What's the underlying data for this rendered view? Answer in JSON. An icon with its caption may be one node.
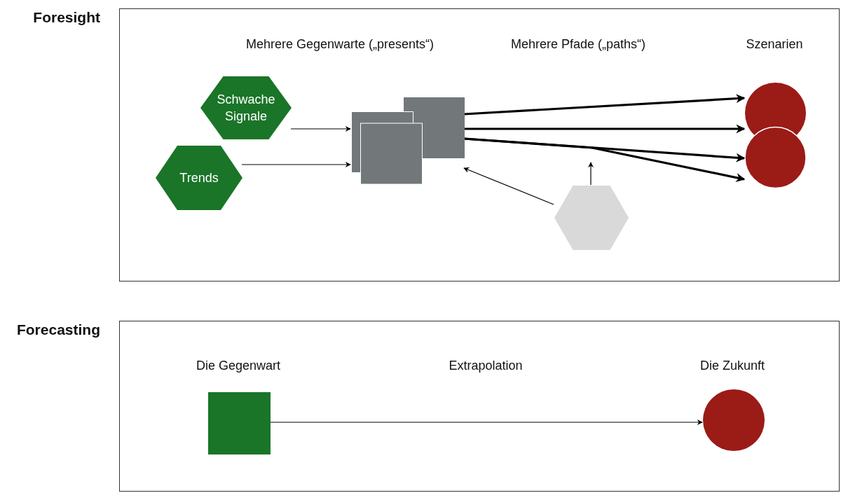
{
  "diagram": {
    "nodes": [
      {
        "text": [
          "Foresight"
        ]
      },
      {
        "text": [
          "Schwache Signale"
        ],
        "in": 0
      },
      {
        "text": [
          "Trends"
        ],
        "in": 0
      },
      {
        "text": [],
        "shape": "box",
        "in": 0
      },
      {
        "text": [],
        "shape": "circle",
        "in": 0
      },
      {
        "text": [],
        "shape": "hexagon",
        "in": 0
      },
      {
        "text": [
          "Forecasting"
        ]
      },
      {
        "text": [],
        "shape": "box",
        "in": 6
      },
      {
        "text": [],
        "shape": "circle",
        "in": 6
      }
    ],
    "edges": [
      {
        "from": 1,
        "to": 3,
        "arrow": "to"
      },
      {
        "from": 2,
        "to": 3,
        "arrow": "to"
      },
      {
        "from": 3,
        "to": 4,
        "arrow": "to",
        "style": "thick"
      },
      {
        "from": 3,
        "to": 4,
        "arrow": "to",
        "style": "thick"
      },
      {
        "from": 3,
        "to": 4,
        "arrow": "to",
        "style": "thick"
      },
      {
        "from": 3,
        "to": 4,
        "arrow": "to",
        "style": "thick"
      },
      {
        "from": 5,
        "to": null,
        "arrow": "to"
      },
      {
        "from": 5,
        "to": 3,
        "arrow": "to"
      },
      {
        "from": 7,
        "to": 8,
        "arrow": "to"
      }
    ],
    "labels": [
      "Mehrere Gegenwarte („presents“)",
      "Mehrere Pfade („paths“)",
      "Szenarien",
      "Die Gegenwart",
      "Extrapolation",
      "Die Zukunft"
    ]
  }
}
